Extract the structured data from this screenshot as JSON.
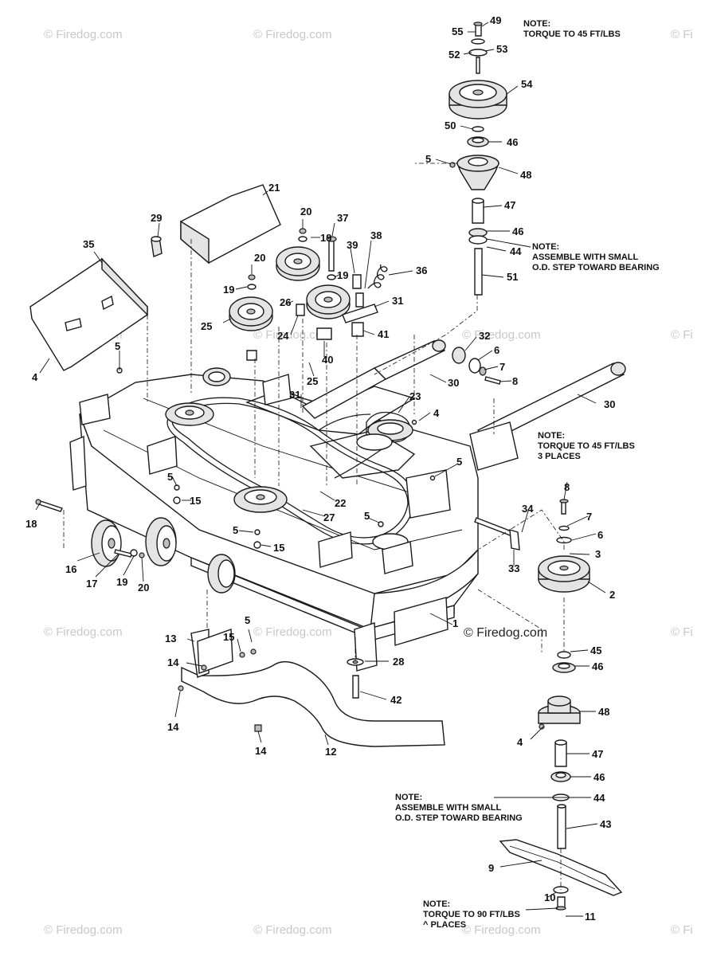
{
  "watermark": {
    "text": "© Firedog.com",
    "partial": "© Fi"
  },
  "copyright": "© Firedog.com",
  "notes": {
    "torque_45": "NOTE:\nTORQUE TO 45 FT/LBS",
    "assemble_top": "NOTE:\nASSEMBLE WITH SMALL\nO.D. STEP TOWARD BEARING",
    "torque_45_3places": "NOTE:\nTORQUE TO 45 FT/LBS\n3 PLACES",
    "assemble_bottom": "NOTE:\nASSEMBLE WITH SMALL\nO.D. STEP TOWARD BEARING",
    "torque_90": "NOTE:\nTORQUE TO 90 FT/LBS\n^ PLACES"
  },
  "callouts": [
    "1",
    "2",
    "3",
    "4",
    "5",
    "6",
    "7",
    "8",
    "9",
    "10",
    "11",
    "12",
    "13",
    "14",
    "15",
    "16",
    "17",
    "18",
    "19",
    "20",
    "21",
    "22",
    "23",
    "24",
    "25",
    "26",
    "27",
    "28",
    "29",
    "30",
    "31",
    "32",
    "33",
    "34",
    "35",
    "36",
    "37",
    "38",
    "39",
    "40",
    "41",
    "42",
    "43",
    "44",
    "45",
    "46",
    "47",
    "48",
    "49",
    "50",
    "51",
    "52",
    "53",
    "54",
    "55"
  ]
}
